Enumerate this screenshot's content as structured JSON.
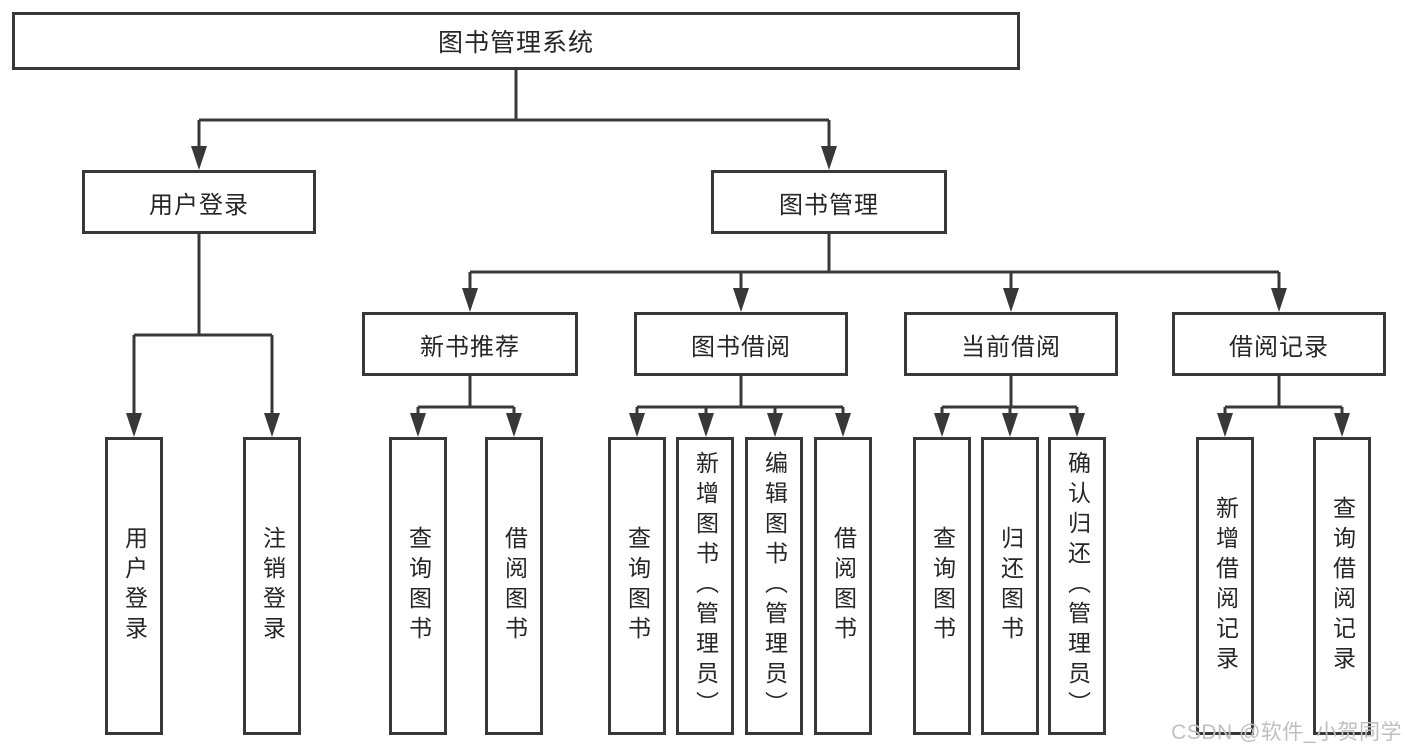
{
  "diagram": {
    "root": {
      "label": "图书管理系统"
    },
    "level2": {
      "user_login": {
        "label": "用户登录"
      },
      "book_management": {
        "label": "图书管理"
      }
    },
    "level3": [
      {
        "label": "新书推荐"
      },
      {
        "label": "图书借阅"
      },
      {
        "label": "当前借阅"
      },
      {
        "label": "借阅记录"
      }
    ],
    "leaves": [
      {
        "label": "用户登录"
      },
      {
        "label": "注销登录"
      },
      {
        "label": "查询图书"
      },
      {
        "label": "借阅图书"
      },
      {
        "label": "查询图书"
      },
      {
        "label": "新增图书（管理员）"
      },
      {
        "label": "编辑图书（管理员）"
      },
      {
        "label": "借阅图书"
      },
      {
        "label": "查询图书"
      },
      {
        "label": "归还图书"
      },
      {
        "label": "确认归还（管理员）"
      },
      {
        "label": "新增借阅记录"
      },
      {
        "label": "查询借阅记录"
      }
    ]
  },
  "watermark": {
    "text": "CSDN @软件_小贺同学"
  },
  "colors": {
    "line": "#383838",
    "box_border": "#383838",
    "text": "#262626",
    "watermark": "#bfbfbf",
    "background": "#ffffff"
  }
}
